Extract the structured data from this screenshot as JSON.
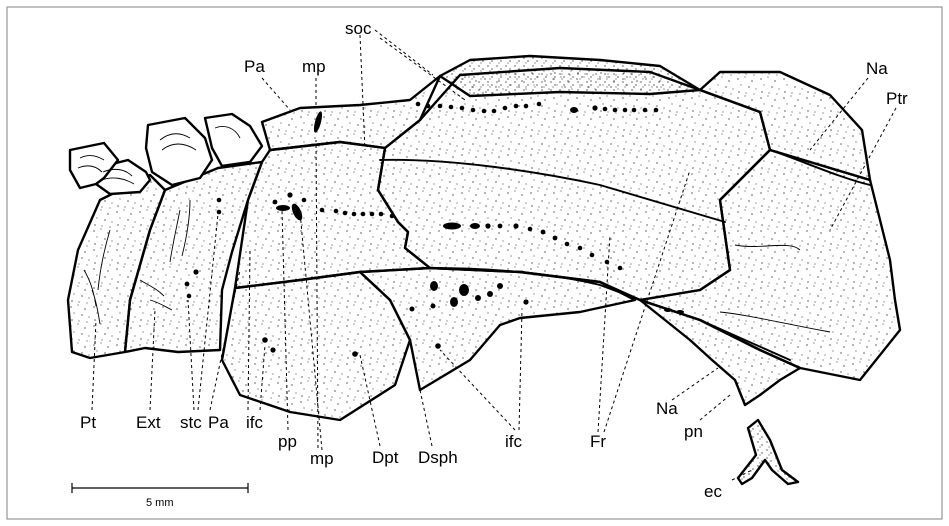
{
  "labels": {
    "soc": "soc",
    "mp_top": "mp",
    "pa_top": "Pa",
    "na_top": "Na",
    "ptr": "Ptr",
    "pt": "Pt",
    "ext": "Ext",
    "stc": "stc",
    "pa_bottom": "Pa",
    "ifc_left": "ifc",
    "pp": "pp",
    "mp_bottom": "mp",
    "dpt": "Dpt",
    "dsph": "Dsph",
    "ifc_right": "ifc",
    "fr": "Fr",
    "na_bottom": "Na",
    "pn": "pn",
    "ec": "ec"
  },
  "scale_bar": {
    "label": "5 mm"
  },
  "colors": {
    "ink": "#000000",
    "background": "#ffffff",
    "border": "#808080"
  }
}
